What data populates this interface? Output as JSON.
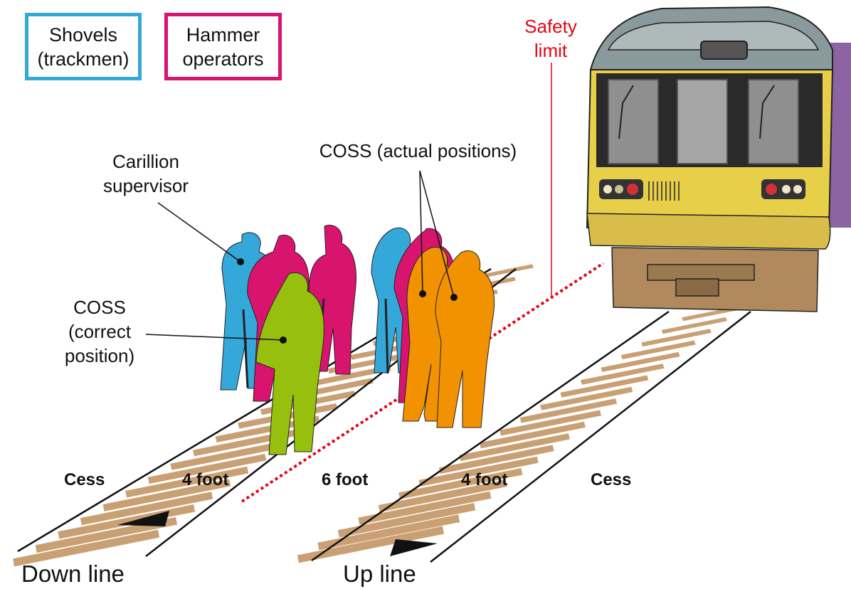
{
  "legend": {
    "shovels": {
      "label": "Shovels\n(trackmen)",
      "color": "#35a8da"
    },
    "hammer": {
      "label": "Hammer\noperators",
      "color": "#d8146f"
    }
  },
  "labels": {
    "safety_limit": "Safety\nlimit",
    "carillion_supervisor": "Carillion\nsupervisor",
    "coss_actual": "COSS (actual positions)",
    "coss_correct": "COSS\n(correct\nposition)"
  },
  "zones": {
    "cess_left": "Cess",
    "four_foot_left": "4 foot",
    "six_foot": "6 foot",
    "four_foot_right": "4 foot",
    "cess_right": "Cess"
  },
  "lines": {
    "down": "Down line",
    "up": "Up line"
  },
  "colors": {
    "shovels": "#35a8da",
    "hammer": "#d8146f",
    "coss_correct": "#97bf0d",
    "coss_actual": "#f39200",
    "safety_limit": "#e30613",
    "sleeper": "#c9a073",
    "train_body": "#e7cf4a",
    "train_roof": "#8a9a9c",
    "train_side": "#8c64a4"
  }
}
